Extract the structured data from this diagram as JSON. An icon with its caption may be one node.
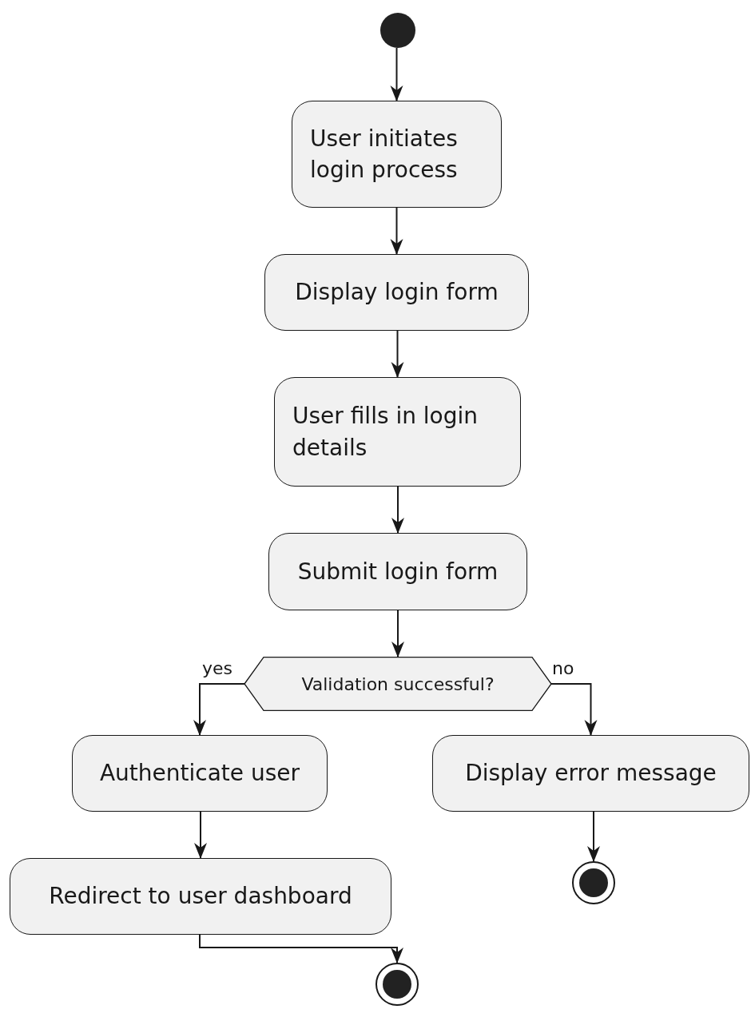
{
  "diagram": {
    "nodes": [
      {
        "text": [],
        "shape": "circle"
      },
      {
        "text": [
          "User initiates login process"
        ]
      },
      {
        "text": [
          "Display login form"
        ]
      },
      {
        "text": [
          "User fills in login details"
        ]
      },
      {
        "text": [
          "Submit login form"
        ]
      },
      {
        "text": [
          "Validation successful?"
        ]
      },
      {
        "text": [
          "Authenticate user"
        ]
      },
      {
        "text": [
          "Display error message"
        ]
      },
      {
        "text": [
          "Redirect to user dashboard"
        ]
      },
      {
        "text": [],
        "shape": "circle"
      },
      {
        "text": [],
        "shape": "circle"
      }
    ],
    "edges": [
      {
        "from": 0,
        "to": 1,
        "arrow": "to"
      },
      {
        "from": 1,
        "to": 2,
        "arrow": "to"
      },
      {
        "from": 2,
        "to": 3,
        "arrow": "to"
      },
      {
        "from": 3,
        "to": 4,
        "arrow": "to"
      },
      {
        "from": 4,
        "to": 5,
        "arrow": "to"
      },
      {
        "from": 5,
        "to": 6,
        "arrow": "to",
        "label": "yes"
      },
      {
        "from": 5,
        "to": 7,
        "arrow": "to",
        "label": "no"
      },
      {
        "from": 6,
        "to": 8,
        "arrow": "to"
      },
      {
        "from": 7,
        "to": 9,
        "arrow": "to"
      },
      {
        "from": 8,
        "to": 10,
        "arrow": "to"
      }
    ]
  }
}
